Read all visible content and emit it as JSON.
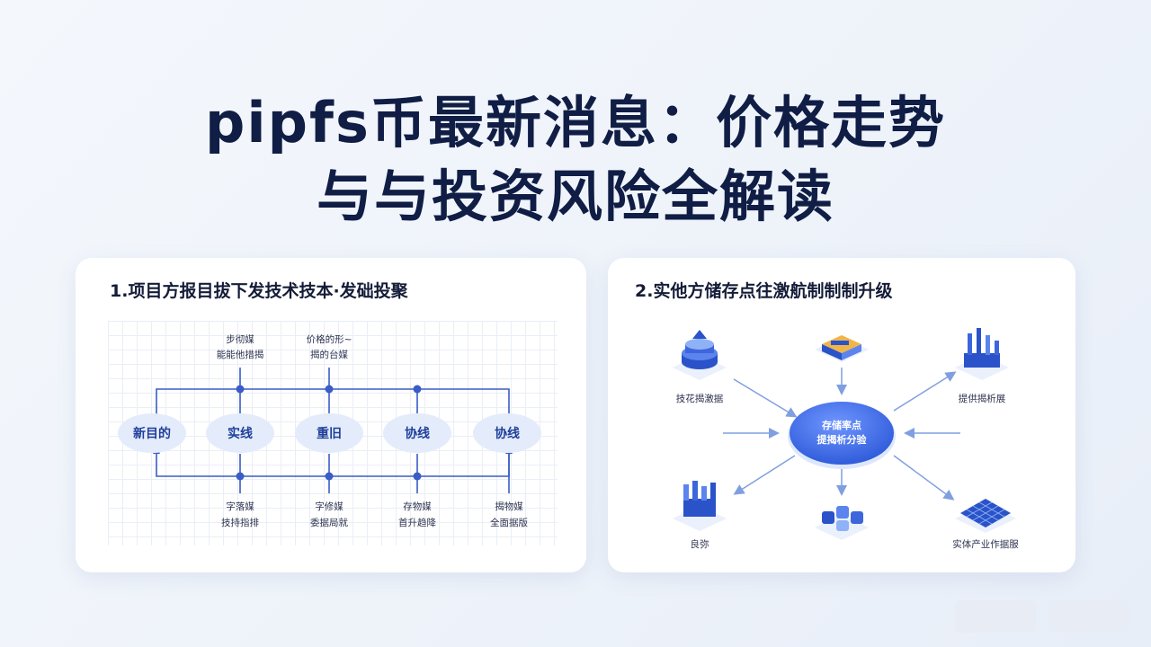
{
  "title": {
    "line1": "pipfs币最新消息：价格走势",
    "line2": "与与投资风险全解读"
  },
  "left_panel": {
    "heading": "1.项目方报目拔下发技术技本·发础投聚",
    "nodes": [
      "新目的",
      "实线",
      "重旧",
      "协线",
      "协线"
    ],
    "top_labels": [
      {
        "line1": "步彻媒",
        "line2": "能能他措揭"
      },
      {
        "line1": "价格的形~",
        "line2": "揭的台媒"
      }
    ],
    "bottom_labels": [
      {
        "line1": "字落媒",
        "line2": "技持指排"
      },
      {
        "line1": "字修媒",
        "line2": "委据局就"
      },
      {
        "line1": "存物媒",
        "line2": "首升趋降"
      },
      {
        "line1": "揭物媒",
        "line2": "全面据版"
      }
    ],
    "colors": {
      "line": "#3a5cc7",
      "node_fill": "#e4ecfb",
      "node_text": "#1f3f9a"
    }
  },
  "right_panel": {
    "heading": "2.实他方储存点往激航制制制升级",
    "hub": {
      "line1": "存储率点",
      "line2": "提揭析分验"
    },
    "nodes": [
      {
        "label": "技花揭激据"
      },
      {
        "label": ""
      },
      {
        "label": "提供揭析展"
      },
      {
        "label": "良弥"
      },
      {
        "label": ""
      },
      {
        "label": "实体产业作据服"
      }
    ],
    "colors": {
      "hub": "#3f6fe6",
      "arrow": "#7f9fe0",
      "icon_dark": "#2a53c9",
      "icon_light": "#8fb1f5"
    }
  }
}
